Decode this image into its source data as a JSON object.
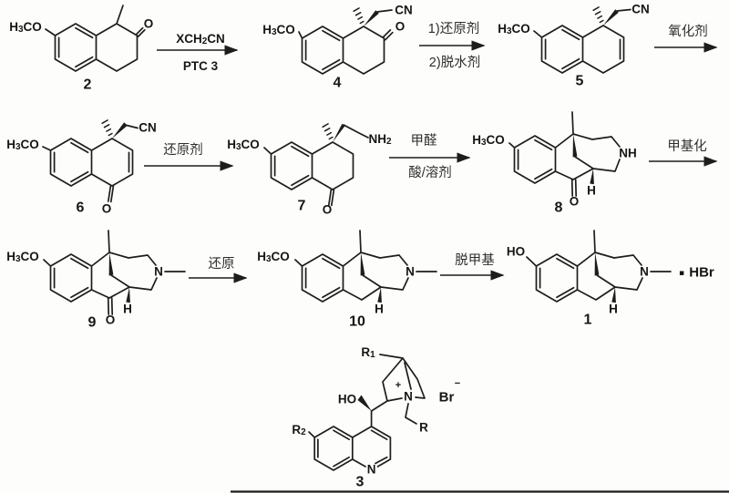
{
  "palette": {
    "ink": "#1d1d1d",
    "cjk_text": "#2d2d2d",
    "background": "#fdfdfc"
  },
  "symbols": {
    "methoxy": {
      "h": "H",
      "three": "3",
      "co": "CO"
    },
    "hydroxy": "HO",
    "oxygen": "O",
    "nitrile": "CN",
    "amine": {
      "nh": "NH",
      "two": "2"
    },
    "nh": "NH",
    "n": "N",
    "h": "H",
    "plus": "+",
    "minus": "−",
    "br": "Br",
    "r": "R",
    "r1": {
      "r": "R",
      "one": "1"
    },
    "r2": {
      "r": "R",
      "two": "2"
    },
    "hbr": "HBr",
    "salt_dot": "▪"
  },
  "compounds": {
    "n1": "1",
    "n2": "2",
    "n3": "3",
    "n4": "4",
    "n5": "5",
    "n6": "6",
    "n7": "7",
    "n8": "8",
    "n9": "9",
    "n10": "10"
  },
  "reagents": {
    "step1_top": {
      "x": "XCH",
      "sub": "2",
      "cn": "CN"
    },
    "step1_bottom": {
      "ptc": "PTC ",
      "cat": "3"
    },
    "step2_line1": "1)还原剂",
    "step2_line2": "2)脱水剂",
    "step3": "氧化剂",
    "step4": "还原剂",
    "step5_top": "甲醛",
    "step5_bottom": "酸/溶剂",
    "step6": "甲基化",
    "step7": "还原",
    "step8": "脱甲基"
  }
}
